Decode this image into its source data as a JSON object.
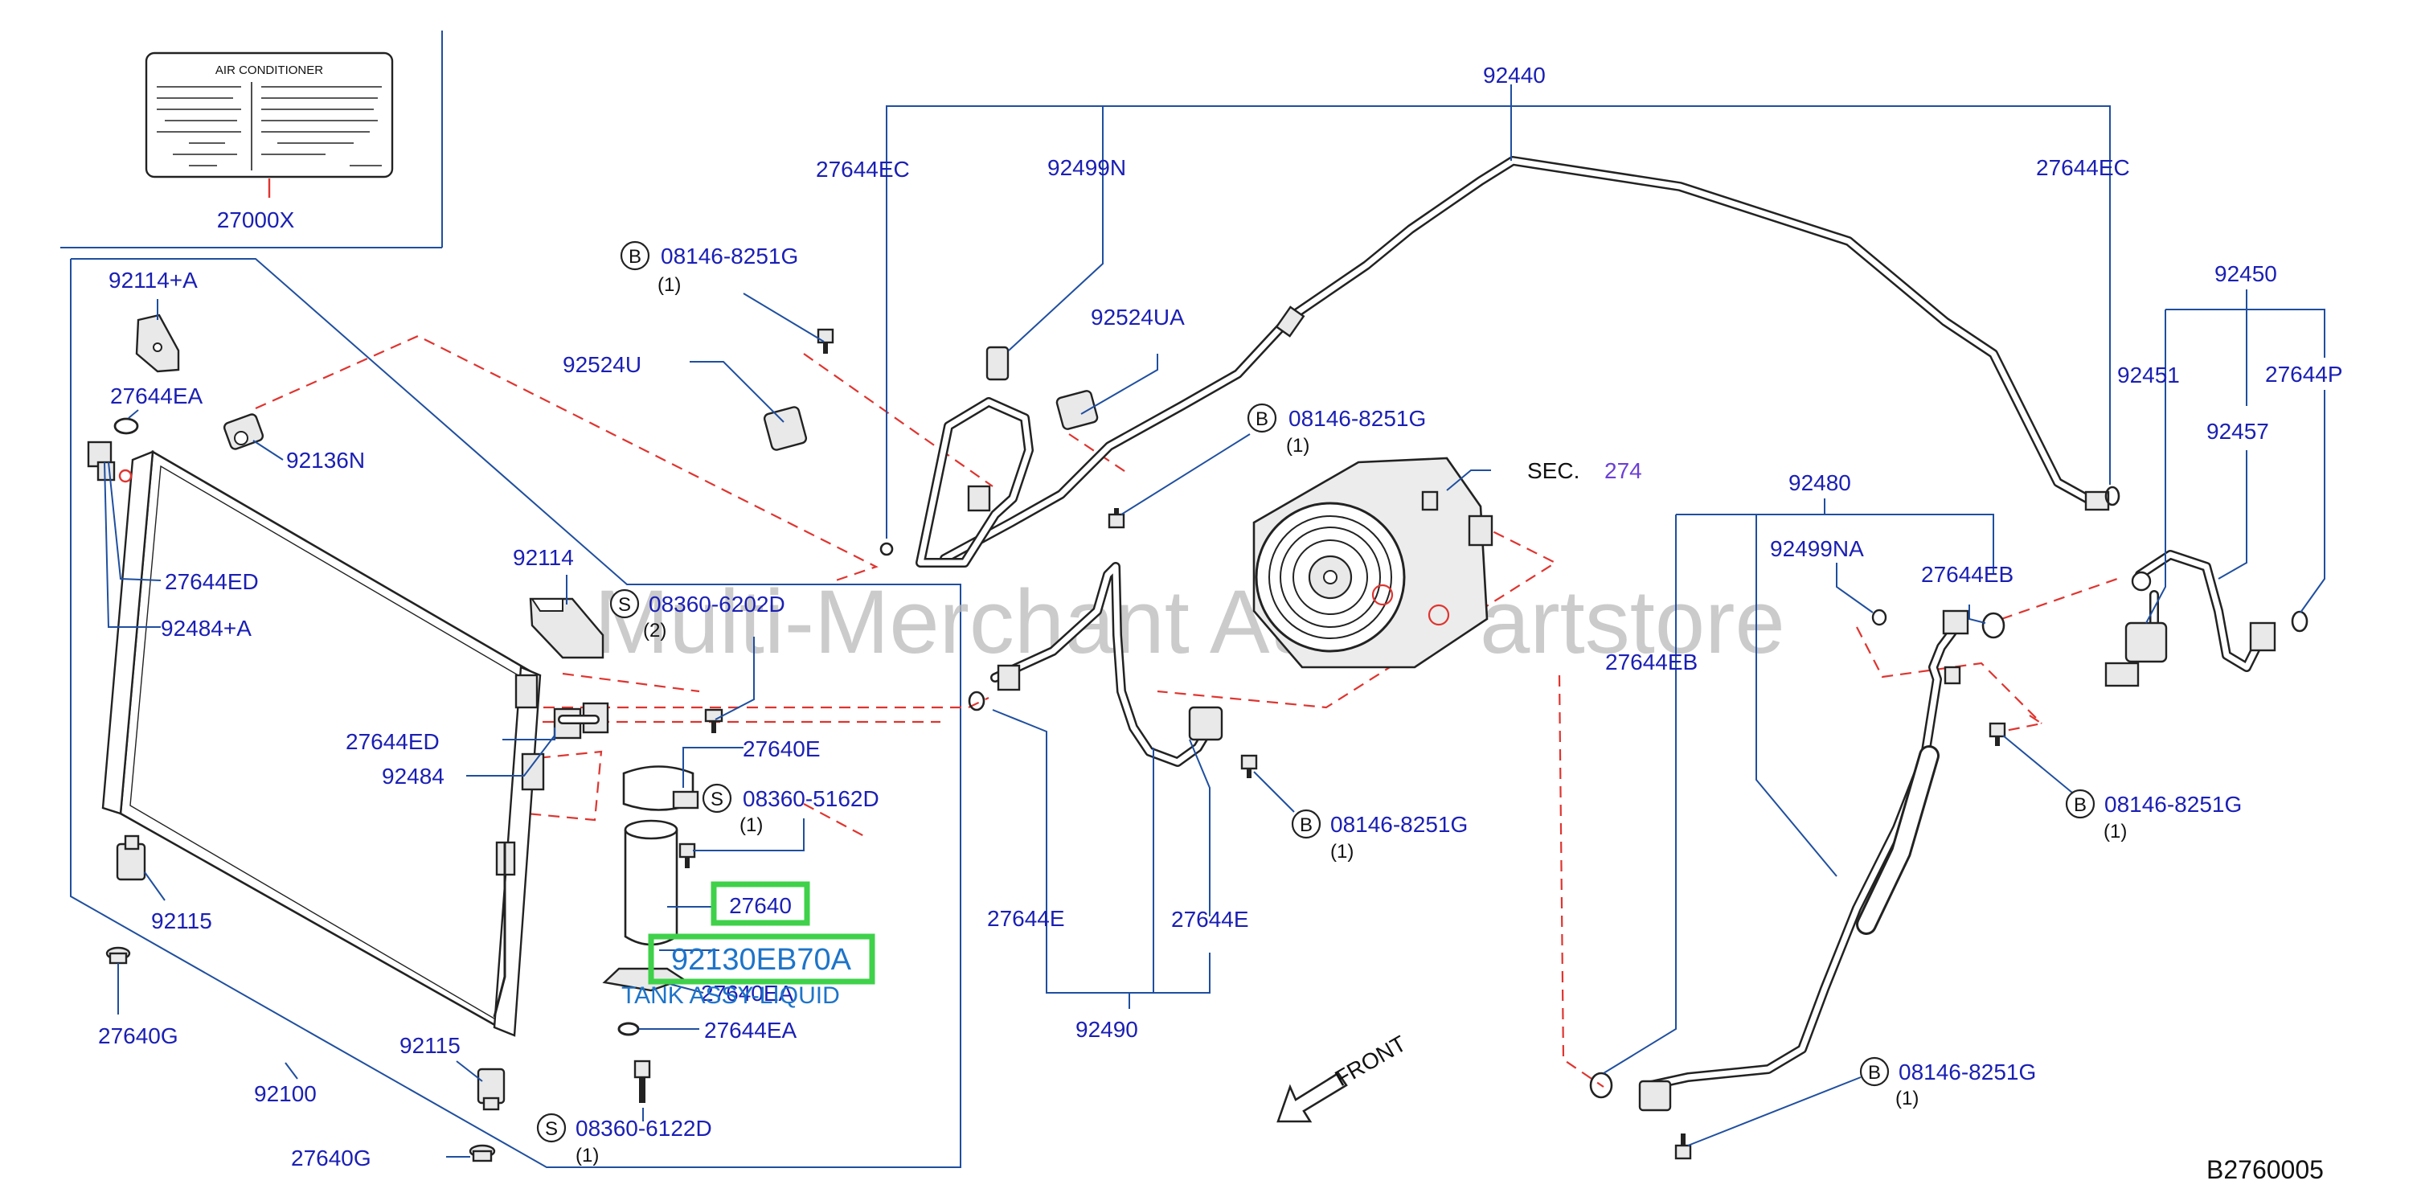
{
  "diagram": {
    "label_box": {
      "title": "AIR    CONDITIONER",
      "part": "27000X"
    },
    "watermark": "Multi-Merchant Auto Partstore",
    "code": "B2760005",
    "front": "FRONT",
    "sec": {
      "label": "SEC.",
      "num": "274"
    },
    "highlight": {
      "part": "27640",
      "number": "92130EB70A",
      "desc": "TANK ASSY-LIQUID"
    },
    "markers": {
      "b": "B",
      "s": "S"
    },
    "parts": {
      "p92440": "92440",
      "p27644EC_left": "27644EC",
      "p27644EC_right": "27644EC",
      "p92499N": "92499N",
      "p92524UA": "92524UA",
      "p92524U": "92524U",
      "p92114A": "92114+A",
      "p27644EA_top": "27644EA",
      "p92136N": "92136N",
      "p27644ED_top": "27644ED",
      "p92484A": "92484+A",
      "p92114": "92114",
      "p27644ED_mid": "27644ED",
      "p92484": "92484",
      "p27640E": "27640E",
      "p92115_left": "92115",
      "p27640G_left": "27640G",
      "p92100": "92100",
      "p92115_bottom": "92115",
      "p27640G_bottom": "27640G",
      "p27640EA": "27640EA",
      "p27644EA_bottom": "27644EA",
      "p27644E_left": "27644E",
      "p27644E_right": "27644E",
      "p92490": "92490",
      "p92450": "92450",
      "p92451": "92451",
      "p27644P": "27644P",
      "p92457": "92457",
      "p92480": "92480",
      "p92499NA": "92499NA",
      "p27644EB_right": "27644EB",
      "p27644EB_left": "27644EB"
    },
    "bolts": {
      "b1": {
        "pn": "08146-8251G",
        "qty": "(1)"
      },
      "b2": {
        "pn": "08146-8251G",
        "qty": "(1)"
      },
      "b3": {
        "pn": "08146-8251G",
        "qty": "(1)"
      },
      "b4": {
        "pn": "08146-8251G",
        "qty": "(1)"
      },
      "b5": {
        "pn": "08146-8251G",
        "qty": "(1)"
      },
      "s1": {
        "pn": "08360-6202D",
        "qty": "(2)"
      },
      "s2": {
        "pn": "08360-5162D",
        "qty": "(1)"
      },
      "s3": {
        "pn": "08360-6122D",
        "qty": "(1)"
      }
    }
  }
}
